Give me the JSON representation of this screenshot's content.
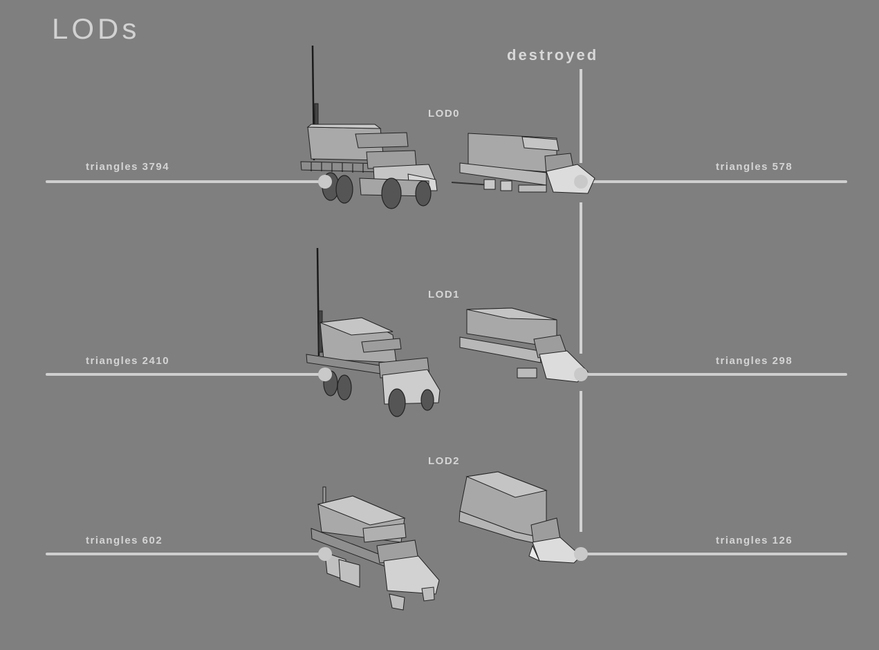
{
  "page": {
    "title": "LODs",
    "destroyed_label": "destroyed"
  },
  "lods": [
    {
      "label": "LOD0",
      "intact": {
        "triangles_label": "triangles 3794",
        "triangles": 3794
      },
      "destroyed": {
        "triangles_label": "triangles 578",
        "triangles": 578
      }
    },
    {
      "label": "LOD1",
      "intact": {
        "triangles_label": "triangles 2410",
        "triangles": 2410
      },
      "destroyed": {
        "triangles_label": "triangles 298",
        "triangles": 298
      }
    },
    {
      "label": "LOD2",
      "intact": {
        "triangles_label": "triangles 602",
        "triangles": 602
      },
      "destroyed": {
        "triangles_label": "triangles 126",
        "triangles": 126
      }
    }
  ],
  "colors": {
    "background": "#7f7f7f",
    "line": "#cfcfcf",
    "text": "#d4d4d4"
  }
}
